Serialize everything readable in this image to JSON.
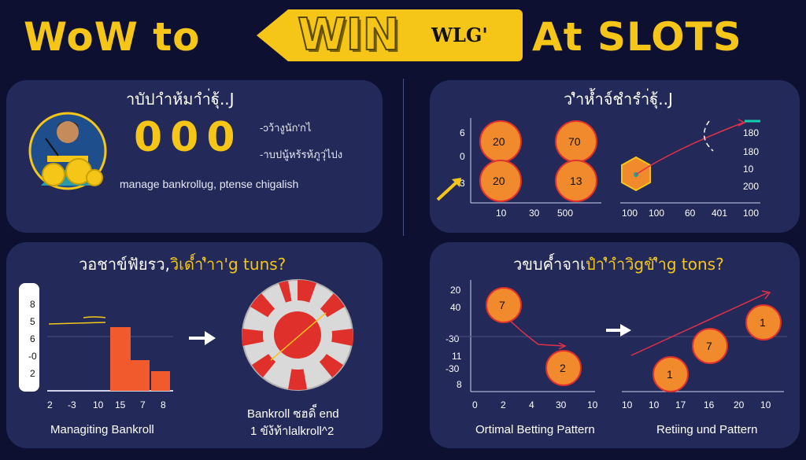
{
  "header": {
    "word1": "WoW to",
    "banner_main": "WIN",
    "banner_tag": "WLG'",
    "word2": "At SLOTS"
  },
  "panels": {
    "top_left": {
      "title": "าบัปาำห้มาำ่ฐุ้..J",
      "big_digits": "000",
      "note1": "-ɔว้างูนัก'กไ",
      "note2": "-าบปนู้หร้รห้ภูวุ่ไปง",
      "subtitle": "manage bankrollụg, ptense chigalish"
    },
    "top_right": {
      "title": "ว'ำห้ำจ์ชำรำ่ฐุ้..J",
      "circles": [
        "20",
        "70",
        "20",
        "13"
      ],
      "y_ticks": [
        "6",
        "0",
        "3"
      ],
      "x_ticks_left": [
        "10",
        "30",
        "500"
      ],
      "x_ticks_right": [
        "100",
        "100",
        "60",
        "401",
        "100"
      ],
      "legend": [
        "180",
        "180",
        "10",
        "200"
      ]
    },
    "bottom_left": {
      "title_main": "วอชาข์ฟัยรว,",
      "title_accent": "วิเด์ำ'ำา'g tuns?",
      "y_ticks": [
        "8",
        "5",
        "6",
        "-0",
        "2"
      ],
      "x_ticks": [
        "2",
        "-3",
        "10",
        "15",
        "7",
        "8"
      ],
      "caption_left": "Managiting Bankroll",
      "caption_right1": "Bankroll ซฮดิ็ end",
      "caption_right2": "1 ขัง้ท้าlalkroll^2"
    },
    "bottom_right": {
      "title_main": "วขบค์ำจาเ",
      "title_accent": "ปำ'ำำวิgขั'ำg tons?",
      "y_ticks": [
        "20",
        "40",
        "-30",
        "11",
        "-30",
        "8"
      ],
      "x_ticks_left": [
        "0",
        "2",
        "4",
        "30",
        "10"
      ],
      "x_ticks_right": [
        "10",
        "10",
        "17",
        "16",
        "20",
        "10"
      ],
      "circles": [
        "7",
        "2",
        "1",
        "7",
        "1"
      ],
      "caption_left": "Ortimal Betting Pattern",
      "caption_right": "Retiing und Pattern"
    }
  },
  "colors": {
    "accent": "#f5c518",
    "orange": "#f08a2c",
    "bar": "#f05a2c",
    "panel": "#232a59",
    "red": "#e0302c"
  }
}
